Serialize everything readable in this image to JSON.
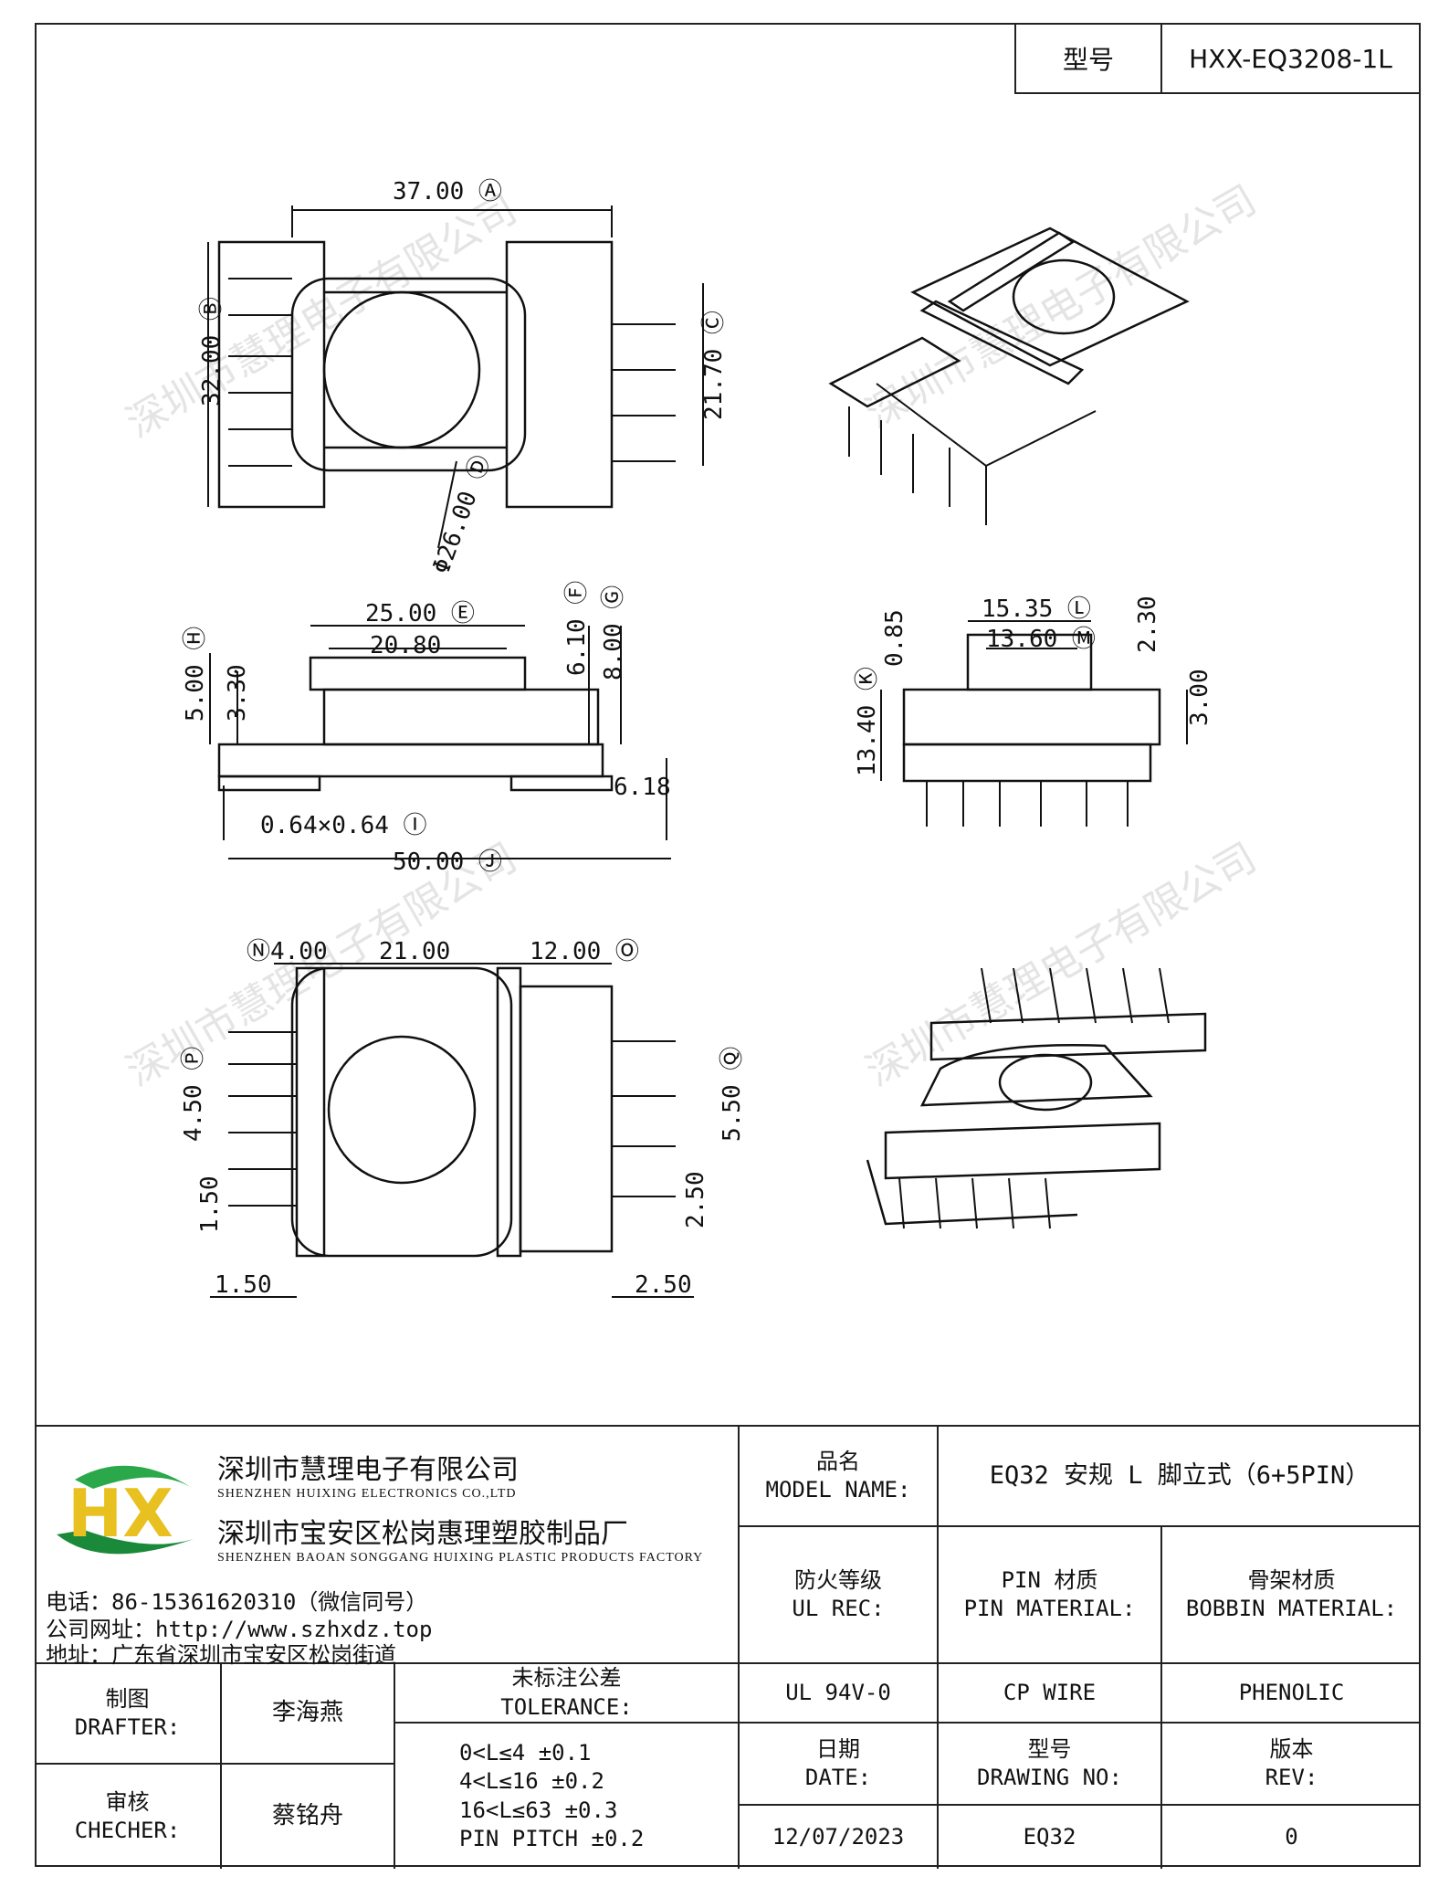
{
  "header": {
    "model_label": "型号",
    "model_value": "HXX-EQ3208-1L"
  },
  "watermark": "深圳市慧理电子有限公司",
  "dims": {
    "top_width": "37.00 Ⓐ",
    "left_height": "32.00 Ⓑ",
    "right_height": "21.70 Ⓒ",
    "diameter": "Φ26.00 Ⓓ",
    "front_width": "25.00 Ⓔ",
    "front_inner": "20.80",
    "front_f": "6.10 Ⓕ",
    "front_g": "8.00 Ⓖ",
    "front_h": "5.00 Ⓗ",
    "front_h2": "3.30",
    "front_618": "6.18",
    "pin_size": "0.64×0.64 Ⓘ",
    "total_width": "50.00 Ⓙ",
    "side_k": "13.40 Ⓚ",
    "side_l": "15.35 Ⓛ",
    "side_m": "13.60 Ⓜ",
    "side_085": "0.85",
    "side_230": "2.30",
    "side_300": "3.00",
    "bot_n": "Ⓝ4.00",
    "bot_21": "21.00",
    "bot_o": "12.00 Ⓞ",
    "bot_p": "4.50 Ⓟ",
    "bot_150v": "1.50",
    "bot_150h": "1.50",
    "bot_q": "5.50 Ⓠ",
    "bot_250v": "2.50",
    "bot_250h": "2.50"
  },
  "company": {
    "name_cn": "深圳市慧理电子有限公司",
    "name_en": "SHENZHEN HUIXING ELECTRONICS CO.,LTD",
    "factory_cn": "深圳市宝安区松岗惠理塑胶制品厂",
    "factory_en": "SHENZHEN BAOAN SONGGANG HUIXING PLASTIC PRODUCTS FACTORY",
    "phone": "电话：86-15361620310（微信同号）",
    "website": "公司网址：http://www.szhxdz.top",
    "address": "地址：广东省深圳市宝安区松岗街道"
  },
  "titleblock": {
    "product_name_label_cn": "品名",
    "product_name_label_en": "MODEL NAME:",
    "product_name": "EQ32 安规 L 脚立式（6+5PIN）",
    "ul_label_cn": "防火等级",
    "ul_label_en": "UL REC:",
    "pin_label_cn": "PIN 材质",
    "pin_label_en": "PIN MATERIAL:",
    "bobbin_label_cn": "骨架材质",
    "bobbin_label_en": "BOBBIN MATERIAL:",
    "ul_value": "UL 94V-0",
    "pin_value": "CP WIRE",
    "bobbin_value": "PHENOLIC",
    "drafter_cn": "制图",
    "drafter_en": "DRAFTER:",
    "drafter_name": "李海燕",
    "checker_cn": "审核",
    "checker_en": "CHECHER:",
    "checker_name": "蔡铭舟",
    "tol_cn": "未标注公差",
    "tol_en": "TOLERANCE:",
    "tol1": "0<L≤4  ±0.1",
    "tol2": "4<L≤16 ±0.2",
    "tol3": "16<L≤63 ±0.3",
    "tol4": "PIN PITCH ±0.2",
    "date_cn": "日期",
    "date_en": "DATE:",
    "drawing_cn": "型号",
    "drawing_en": "DRAWING NO:",
    "rev_cn": "版本",
    "rev_en": "REV:",
    "date_value": "12/07/2023",
    "drawing_value": "EQ32",
    "rev_value": "0"
  },
  "logo": {
    "letters": "HX"
  }
}
